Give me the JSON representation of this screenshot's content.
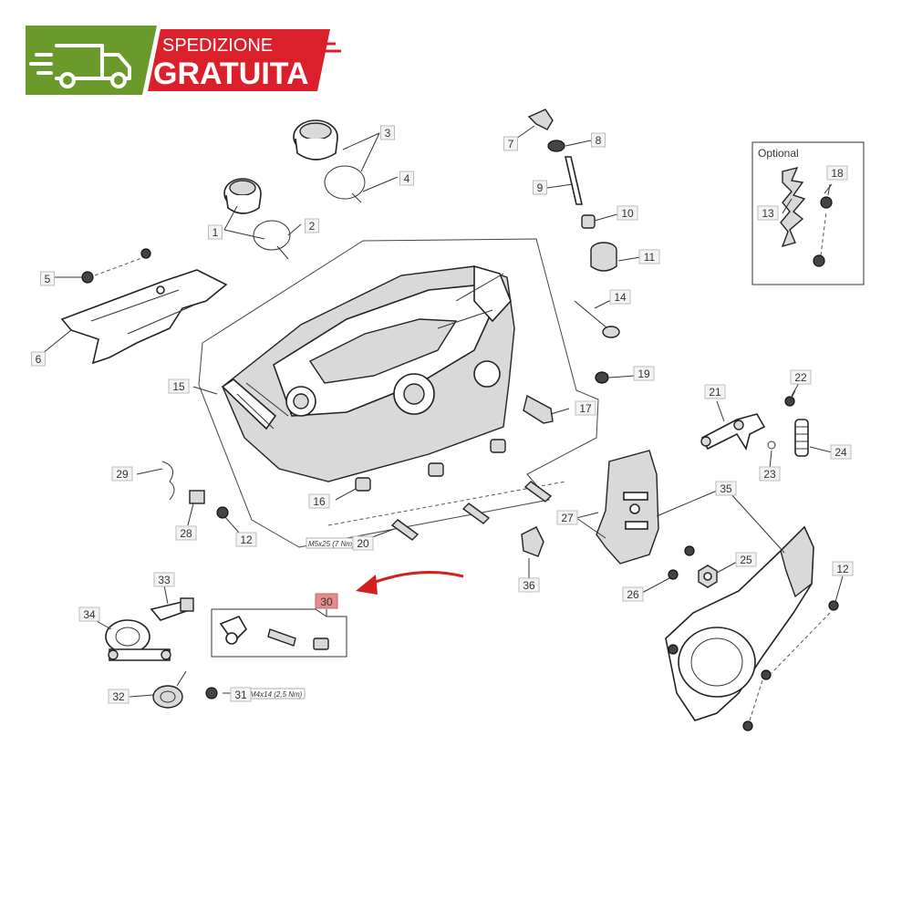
{
  "banner": {
    "line1": "SPEDIZIONE",
    "line2": "GRATUITA",
    "green": "#6a9a2c",
    "red": "#d9202b"
  },
  "optional_label": "Optional",
  "torque_labels": {
    "m5": "M5x25 (7 Nm)",
    "m4": "M4x14 (2,5 Nm)"
  },
  "highlight_color": "#e38c8c",
  "arrow_color": "#d21f1f",
  "parts": [
    {
      "n": "1"
    },
    {
      "n": "2"
    },
    {
      "n": "3"
    },
    {
      "n": "4"
    },
    {
      "n": "5"
    },
    {
      "n": "6"
    },
    {
      "n": "7"
    },
    {
      "n": "8"
    },
    {
      "n": "9"
    },
    {
      "n": "10"
    },
    {
      "n": "11"
    },
    {
      "n": "12"
    },
    {
      "n": "13"
    },
    {
      "n": "14"
    },
    {
      "n": "15"
    },
    {
      "n": "16"
    },
    {
      "n": "17"
    },
    {
      "n": "18"
    },
    {
      "n": "19"
    },
    {
      "n": "20"
    },
    {
      "n": "21"
    },
    {
      "n": "22"
    },
    {
      "n": "23"
    },
    {
      "n": "24"
    },
    {
      "n": "25"
    },
    {
      "n": "26"
    },
    {
      "n": "27"
    },
    {
      "n": "28"
    },
    {
      "n": "29"
    },
    {
      "n": "30"
    },
    {
      "n": "31"
    },
    {
      "n": "32"
    },
    {
      "n": "33"
    },
    {
      "n": "34"
    },
    {
      "n": "35"
    },
    {
      "n": "36"
    },
    {
      "n": "12"
    }
  ]
}
